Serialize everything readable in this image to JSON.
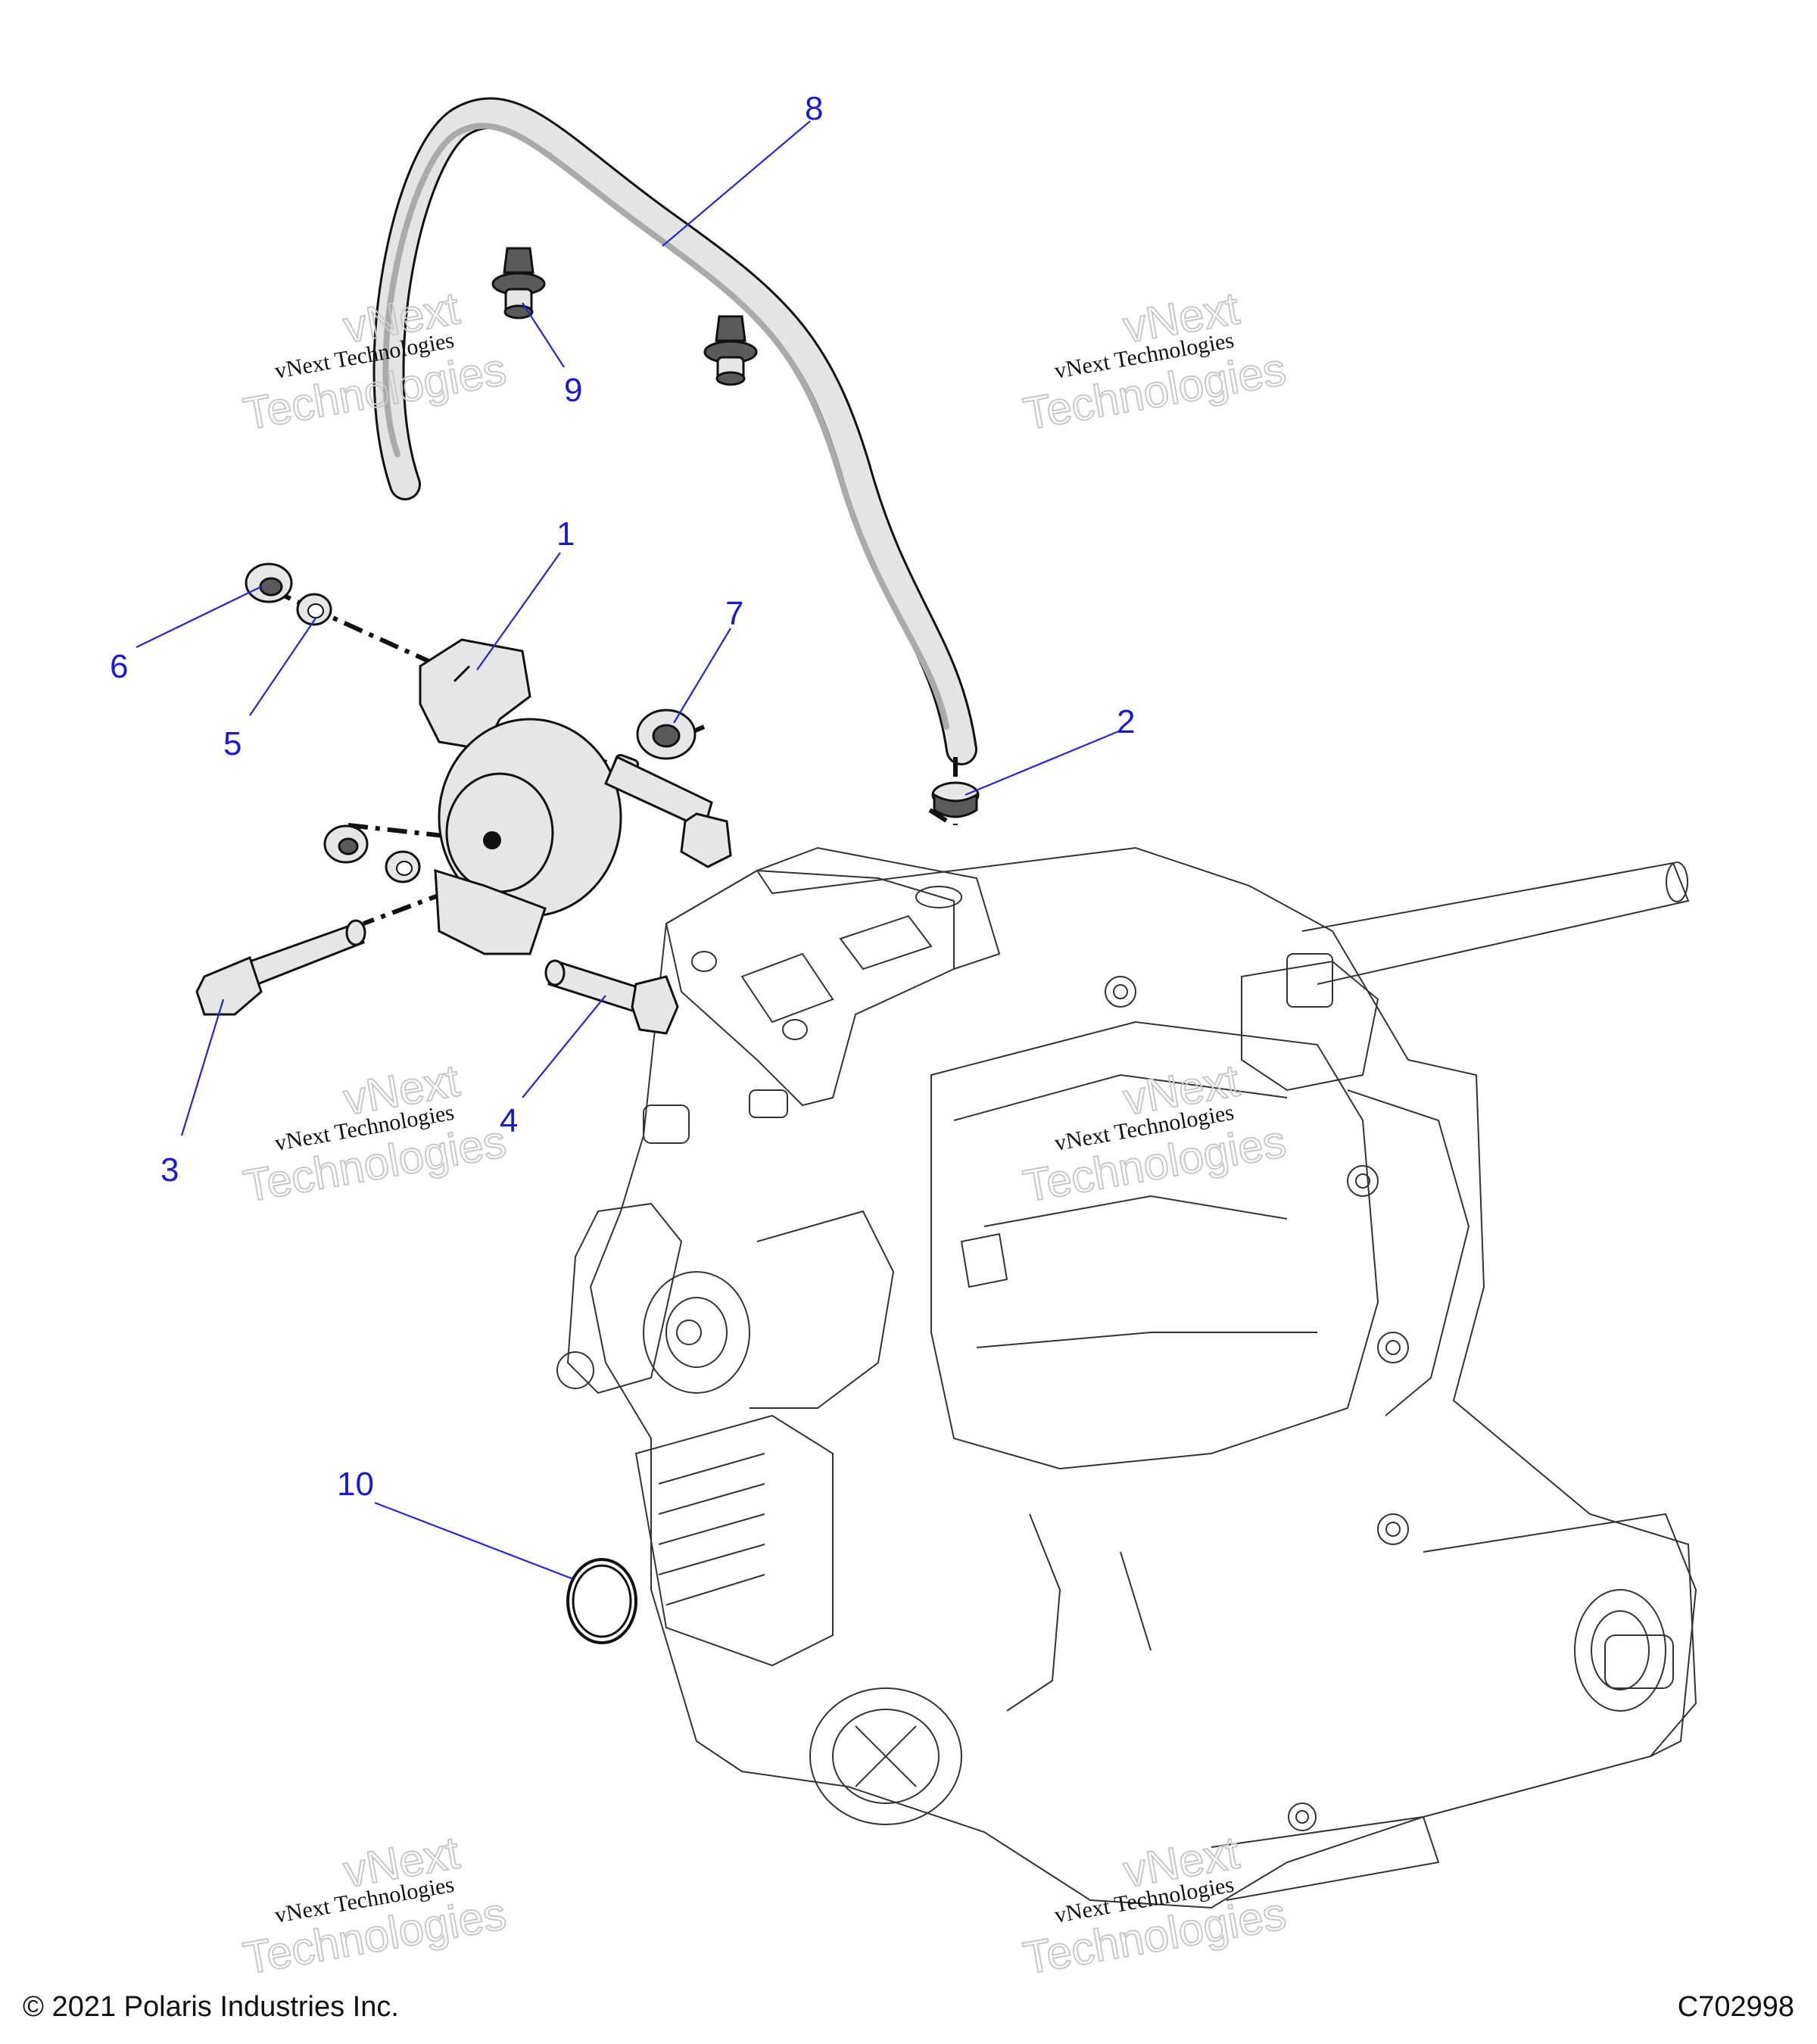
{
  "callouts": [
    {
      "id": "1",
      "label": "1"
    },
    {
      "id": "2",
      "label": "2"
    },
    {
      "id": "3",
      "label": "3"
    },
    {
      "id": "4",
      "label": "4"
    },
    {
      "id": "5",
      "label": "5"
    },
    {
      "id": "6",
      "label": "6"
    },
    {
      "id": "7",
      "label": "7"
    },
    {
      "id": "8",
      "label": "8"
    },
    {
      "id": "9",
      "label": "9"
    },
    {
      "id": "10",
      "label": "10"
    }
  ],
  "watermark": {
    "line1": "vNext Technologies",
    "line2": "vNext",
    "line3": "Technologies"
  },
  "footer": {
    "copyright": "© 2021 Polaris Industries Inc.",
    "diagram_code": "C702998"
  },
  "colors": {
    "callout": "#1a1ad6",
    "line_art": "#111111"
  }
}
